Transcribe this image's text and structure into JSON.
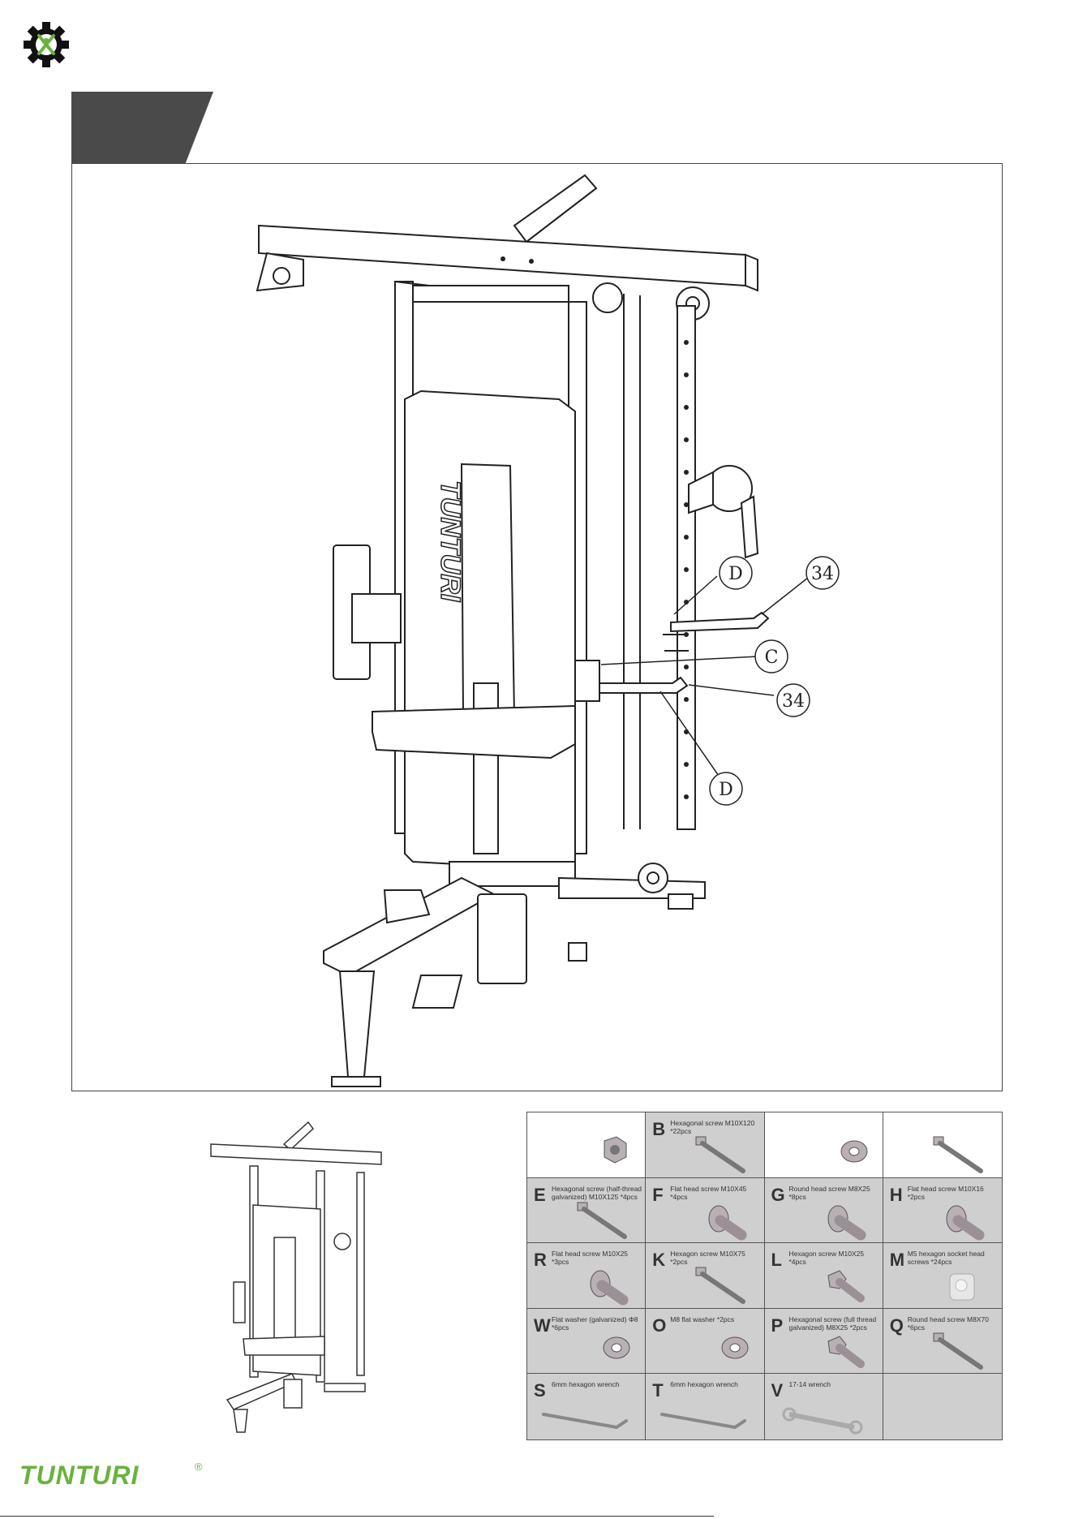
{
  "header": {
    "logo_icon": "gear-wrench-icon"
  },
  "callouts": {
    "d_top": "D",
    "part_34_top": "34",
    "c": "C",
    "part_34_bottom": "34",
    "d_bottom": "D"
  },
  "machine": {
    "brand_vertical": "TUNTURI"
  },
  "parts": [
    {
      "letter": "",
      "desc": "",
      "shape": "nut",
      "bg": "white"
    },
    {
      "letter": "B",
      "desc": "Hexagonal screw M10X120 *22pcs",
      "shape": "long-bolt",
      "bg": "gray"
    },
    {
      "letter": "",
      "desc": "",
      "shape": "washer",
      "bg": "white"
    },
    {
      "letter": "",
      "desc": "",
      "shape": "long-bolt",
      "bg": "white"
    },
    {
      "letter": "E",
      "desc": "Hexagonal screw (half-thread galvanized) M10X125 *4pcs",
      "shape": "long-bolt",
      "bg": "gray"
    },
    {
      "letter": "F",
      "desc": "Flat head screw M10X45 *4pcs",
      "shape": "flat-screw",
      "bg": "gray"
    },
    {
      "letter": "G",
      "desc": "Round head screw M8X25 *8pcs",
      "shape": "flat-screw",
      "bg": "gray"
    },
    {
      "letter": "H",
      "desc": "Flat head screw M10X16 *2pcs",
      "shape": "flat-screw",
      "bg": "gray"
    },
    {
      "letter": "R",
      "desc": "Flat head screw M10X25 *3pcs",
      "shape": "flat-screw",
      "bg": "gray"
    },
    {
      "letter": "K",
      "desc": "Hexagon screw M10X75 *2pcs",
      "shape": "long-bolt",
      "bg": "gray"
    },
    {
      "letter": "L",
      "desc": "Hexagon screw M10X25 *4pcs",
      "shape": "hex-short",
      "bg": "gray"
    },
    {
      "letter": "M",
      "desc": "M5 hexagon socket head screws *24pcs",
      "shape": "socket",
      "bg": "gray"
    },
    {
      "letter": "W",
      "desc": "Flat washer (galvanized) Φ8 *6pcs",
      "shape": "washer",
      "bg": "gray"
    },
    {
      "letter": "O",
      "desc": "M8 flat washer *2pcs",
      "shape": "washer",
      "bg": "gray"
    },
    {
      "letter": "P",
      "desc": "Hexagonal screw (full thread galvanized) M8X25 *2pcs",
      "shape": "hex-short",
      "bg": "gray"
    },
    {
      "letter": "Q",
      "desc": "Round head screw M8X70 *6pcs",
      "shape": "long-bolt",
      "bg": "gray"
    },
    {
      "letter": "S",
      "desc": "6mm hexagon wrench",
      "shape": "hex-key",
      "bg": "gray"
    },
    {
      "letter": "T",
      "desc": "6mm hexagon wrench",
      "shape": "hex-key",
      "bg": "gray"
    },
    {
      "letter": "V",
      "desc": "17-14 wrench",
      "shape": "wrench",
      "bg": "gray"
    },
    {
      "letter": "",
      "desc": "",
      "shape": "none",
      "bg": "gray"
    }
  ],
  "footer": {
    "brand": "TUNTURI",
    "registered": "®"
  },
  "colors": {
    "brand_green": "#6ab23e",
    "tab_gray": "#4a4a4a",
    "cell_gray": "#cfcfcf"
  }
}
